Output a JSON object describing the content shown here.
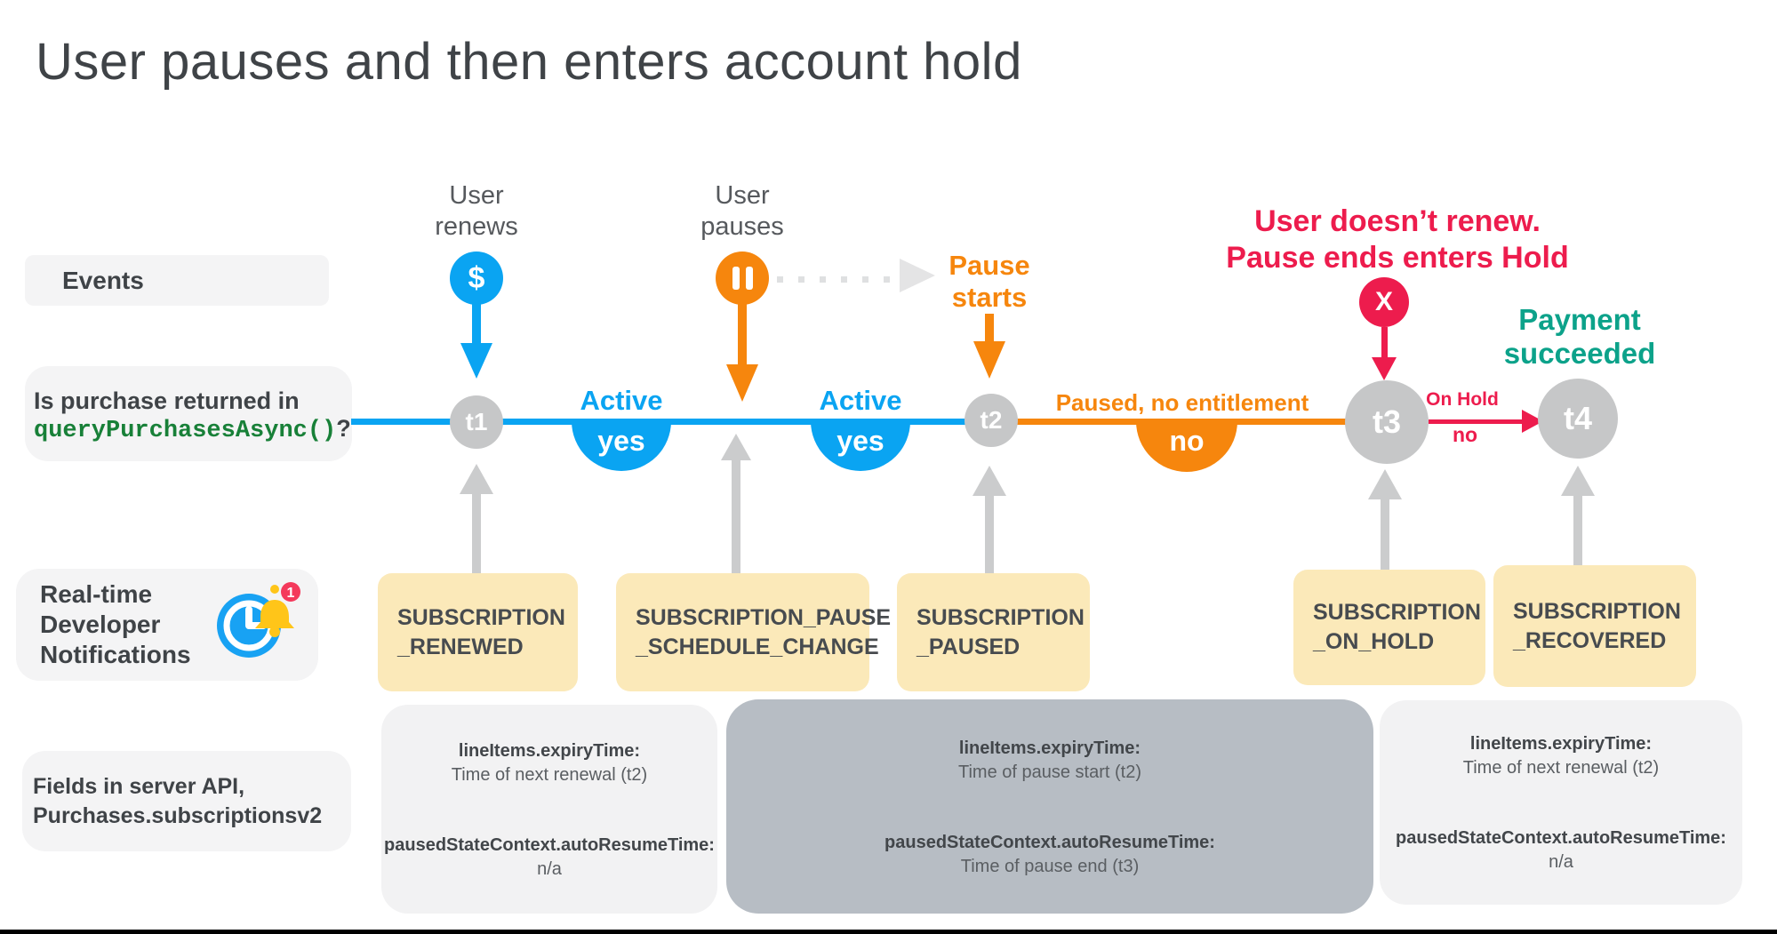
{
  "title": "User pauses and then enters account hold",
  "colors": {
    "blue": "#0AA4F2",
    "orange": "#F6860D",
    "red": "#ED1C4D",
    "teal": "#0CA28A",
    "node_gray": "#C6C7C8",
    "arrow_gray": "#CBCCCD",
    "yellow_box": "#FBE9B9",
    "light_box": "#F2F2F3",
    "dark_box": "#B7BDC4",
    "label_box": "#F4F4F5",
    "code_green": "#188038",
    "text_dark": "#3F4347"
  },
  "row_labels": {
    "events": "Events",
    "purchase": {
      "line1": "Is purchase returned in",
      "code": "queryPurchasesAsync()",
      "suffix": "?"
    },
    "rtdn": {
      "line1": "Real-time",
      "line2": "Developer",
      "line3": "Notifications",
      "badge_count": "1"
    },
    "fields": {
      "line1": "Fields in server API,",
      "line2": "Purchases.subscriptionsv2"
    }
  },
  "events": {
    "user_renews": {
      "line1": "User",
      "line2": "renews",
      "icon_glyph": "$"
    },
    "user_pauses": {
      "line1": "User",
      "line2": "pauses"
    },
    "pause_starts": {
      "line1": "Pause",
      "line2": "starts"
    },
    "hold": {
      "line1": "User doesn’t renew.",
      "line2": "Pause ends enters Hold",
      "icon_glyph": "X"
    },
    "payment": {
      "line1": "Payment",
      "line2": "succeeded"
    }
  },
  "timeline": {
    "nodes": [
      {
        "id": "t1"
      },
      {
        "id": "t2"
      },
      {
        "id": "t3"
      },
      {
        "id": "t4"
      }
    ],
    "segments": [
      {
        "label": "Active",
        "badge": "yes"
      },
      {
        "label": "Active",
        "badge": "yes"
      },
      {
        "label": "Paused, no entitlement",
        "badge": "no"
      },
      {
        "label": "On Hold",
        "badge": "no"
      }
    ]
  },
  "notifications": [
    {
      "line1": "SUBSCRIPTION",
      "line2": "_RENEWED"
    },
    {
      "line1": "SUBSCRIPTION_PAUSE",
      "line2": "_SCHEDULE_CHANGE"
    },
    {
      "line1": "SUBSCRIPTION",
      "line2": "_PAUSED"
    },
    {
      "line1": "SUBSCRIPTION",
      "line2": "_ON_HOLD"
    },
    {
      "line1": "SUBSCRIPTION",
      "line2": "_RECOVERED"
    }
  ],
  "field_boxes": [
    {
      "key1": "lineItems.expiryTime:",
      "val1": "Time of next renewal (t2)",
      "key2": "pausedStateContext.autoResumeTime:",
      "val2": "n/a"
    },
    {
      "key1": "lineItems.expiryTime:",
      "val1": "Time of pause start (t2)",
      "key2": "pausedStateContext.autoResumeTime:",
      "val2": "Time of pause end (t3)"
    },
    {
      "key1": "lineItems.expiryTime:",
      "val1": "Time of next renewal (t2)",
      "key2": "pausedStateContext.autoResumeTime:",
      "val2": "n/a"
    }
  ]
}
